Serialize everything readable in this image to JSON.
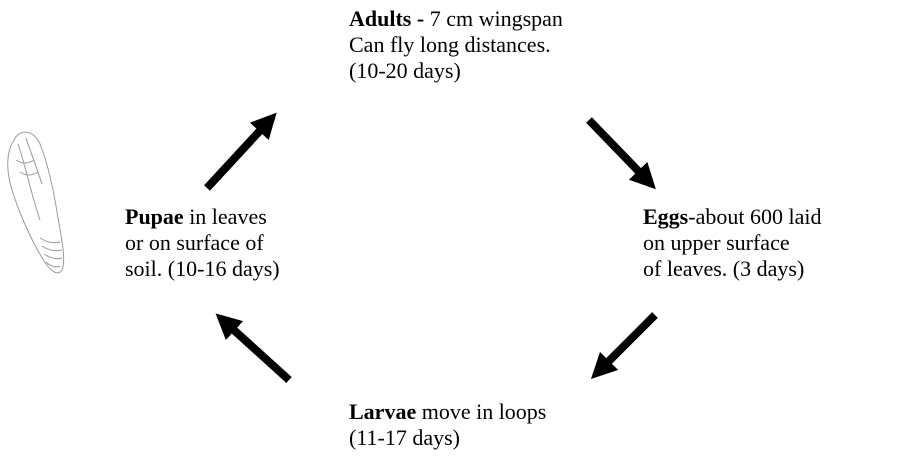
{
  "stages": {
    "adults": {
      "name": "Adults -",
      "line1_rest": " 7 cm wingspan",
      "line2": "Can fly long distances.",
      "line3": "(10-20 days)"
    },
    "eggs": {
      "name": "Eggs",
      "line1_rest": "-about 600 laid",
      "line2": "on upper surface",
      "line3": "of leaves. (3 days)"
    },
    "larvae": {
      "name": "Larvae",
      "line1_rest": " move in loops",
      "line2": "(11-17 days)"
    },
    "pupae": {
      "name": "Pupae",
      "line1_rest": " in leaves",
      "line2": "or on surface of",
      "line3": "soil. (10-16 days)"
    }
  },
  "colors": {
    "arrow": "#000000",
    "sketch": "#9a9a9a"
  },
  "icons": {
    "pupa": "pupa-sketch-icon",
    "arrow": "arrow-icon"
  }
}
